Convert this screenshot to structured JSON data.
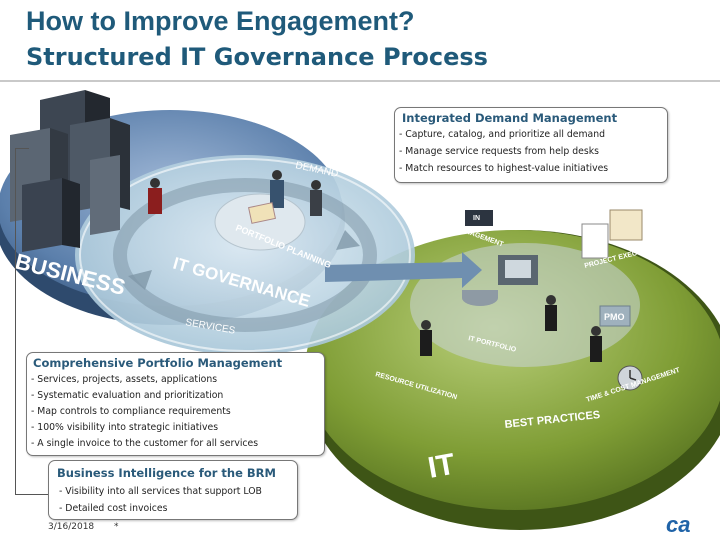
{
  "slide": {
    "title": "How to Improve Engagement?",
    "subtitle": "Structured IT Governance Process"
  },
  "diagram": {
    "ring_labels": {
      "business": "BUSINESS",
      "it": "IT",
      "it_governance": "IT GOVERNANCE",
      "demand": "DEMAND",
      "services": "SERVICES",
      "portfolio_planning": "PORTFOLIO PLANNING",
      "demand_management": "DEMAND MANAGEMENT",
      "in": "IN",
      "project_execution": "PROJECT EXECUTION",
      "pmo": "PMO",
      "it_portfolio": "IT PORTFOLIO",
      "resource_utilization": "RESOURCE UTILIZATION",
      "time_cost_management": "TIME & COST MANAGEMENT",
      "best_practices": "BEST PRACTICES"
    }
  },
  "callouts": {
    "demand": {
      "title": "Integrated Demand Management",
      "items": [
        "- Capture, catalog, and prioritize all demand",
        "- Manage service requests from help desks",
        "- Match resources to highest-value initiatives"
      ]
    },
    "portfolio": {
      "title": "Comprehensive Portfolio Management",
      "items": [
        "- Services, projects, assets, applications",
        "- Systematic evaluation and prioritization",
        "- Map controls to compliance requirements",
        "- 100% visibility into strategic initiatives",
        "- A single invoice to the customer for all services"
      ]
    },
    "bi": {
      "title": "Business Intelligence for the BRM",
      "items": [
        "- Visibility into all services that support LOB",
        "- Detailed cost invoices"
      ]
    }
  },
  "footer": {
    "date": "3/16/2018",
    "slide_marker": "*",
    "logo_text": "ca"
  },
  "colors": {
    "title": "#1f5a7a",
    "business_ring": "#4d6f99",
    "it_ring": "#6f8d2e",
    "governance_ring": "#a9c8d8"
  }
}
